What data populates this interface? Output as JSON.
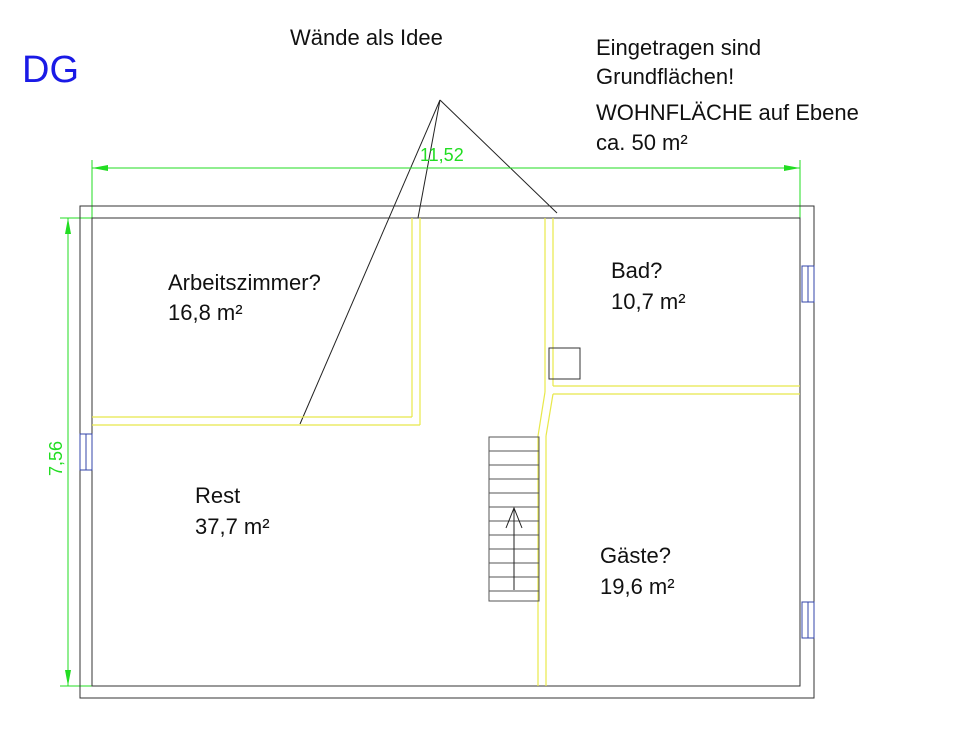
{
  "level_label": "DG",
  "callout_walls": "Wände als Idee",
  "note": {
    "line1": "Eingetragen sind",
    "line2": "Grundflächen!",
    "line3": "WOHNFLÄCHE auf Ebene",
    "line4": "ca. 50 m²"
  },
  "dimensions": {
    "width": "11,52",
    "height": "7,56"
  },
  "rooms": [
    {
      "name": "Arbeitszimmer?",
      "area": "16,8 m²"
    },
    {
      "name": "Bad?",
      "area": "10,7 m²"
    },
    {
      "name": "Rest",
      "area": "37,7 m²"
    },
    {
      "name": "Gäste?",
      "area": "19,6 m²"
    }
  ],
  "colors": {
    "level_label": "#1a1ae6",
    "dimension": "#22dd22",
    "wall_idea": "#e8e84a",
    "outline": "#333333"
  }
}
